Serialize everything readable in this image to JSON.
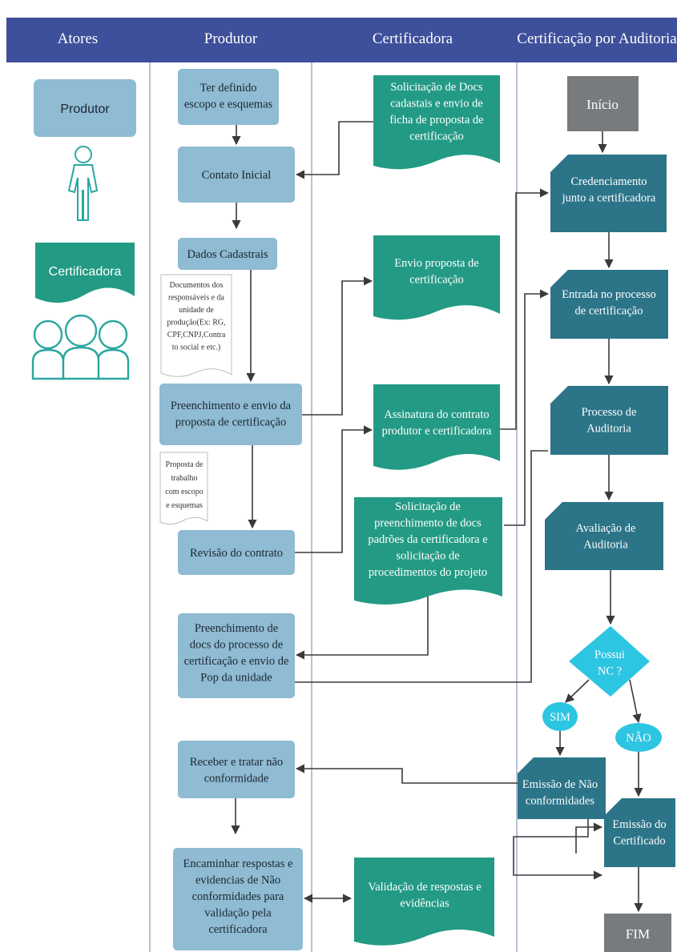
{
  "colors": {
    "header": "#3e4f9b",
    "produtor_box": "#8fbbd3",
    "certificadora_doc": "#239a84",
    "auditoria_box": "#2c7488",
    "decision": "#2cc5e2",
    "terminal": "#777b7d",
    "ellipse": "#2cc5e2",
    "lane_line": "#9aa7c6"
  },
  "header": {
    "col_atores": "Atores",
    "col_produtor": "Produtor",
    "col_certificadora": "Certificadora",
    "col_auditoria": "Certificação por Auditoria"
  },
  "atores": {
    "produtor": "Produtor",
    "certificadora": "Certificadora",
    "produtor_icon": "person-icon",
    "certificadora_icon": "group-icon"
  },
  "produtor": {
    "escopo": [
      "Ter definido",
      "escopo e esquemas"
    ],
    "contato": [
      "Contato Inicial"
    ],
    "dados": [
      "Dados Cadastrais"
    ],
    "preenchimento_proposta": [
      "Preenchimento e envio da",
      "proposta de certificação"
    ],
    "revisao": [
      "Revisão do contrato"
    ],
    "preenchimento_docs": [
      "Preenchimento de",
      "docs do processo  de",
      "certificação e envio de",
      "Pop da unidade"
    ],
    "receber": [
      "Receber e tratar não",
      "conformidade"
    ],
    "encaminhar": [
      "Encaminhar respostas e",
      "evidencias de Não",
      "conformidades para",
      "validação pela",
      "certificadora"
    ]
  },
  "notes": {
    "documentos": [
      "Documentos dos",
      "responsáveis e da",
      "unidade de",
      "produção(Ex: RG,",
      "CPF,CNPJ,Contra",
      "to social e etc.)"
    ],
    "proposta_trabalho": [
      "Proposta de",
      "trabalho",
      "com escopo",
      "e esquemas"
    ]
  },
  "certificadora": {
    "solicitacao_docs": [
      "Solicitação de Docs",
      "cadastais e envio de",
      "ficha de proposta de",
      "certificação"
    ],
    "envio_proposta": [
      "Envio  proposta de",
      "certificação"
    ],
    "assinatura": [
      "Assinatura do contrato",
      "produtor e certificadora"
    ],
    "solicitacao_preenchimento": [
      "Solicitação de",
      "preenchimento de docs",
      "padrões da certificadora e",
      "solicitação de",
      "procedimentos do projeto"
    ],
    "validacao": [
      "Validação de respostas e",
      "evidências"
    ]
  },
  "auditoria": {
    "inicio": [
      "Início"
    ],
    "credenciamento": [
      "Credenciamento",
      "junto a certificadora"
    ],
    "entrada": [
      "Entrada no processo",
      "de certificação"
    ],
    "processo": [
      "Processo de",
      "Auditoria"
    ],
    "avaliacao": [
      "Avaliação de",
      "Auditoria"
    ],
    "decisao": [
      "Possui",
      "NC ?"
    ],
    "sim": [
      "SIM"
    ],
    "nao": [
      "NÃO"
    ],
    "emissao_nc": [
      "Emissão de Não",
      "conformidades"
    ],
    "emissao_cert": [
      "Emissão do",
      "Certificado"
    ],
    "fim": [
      "FIM"
    ]
  }
}
